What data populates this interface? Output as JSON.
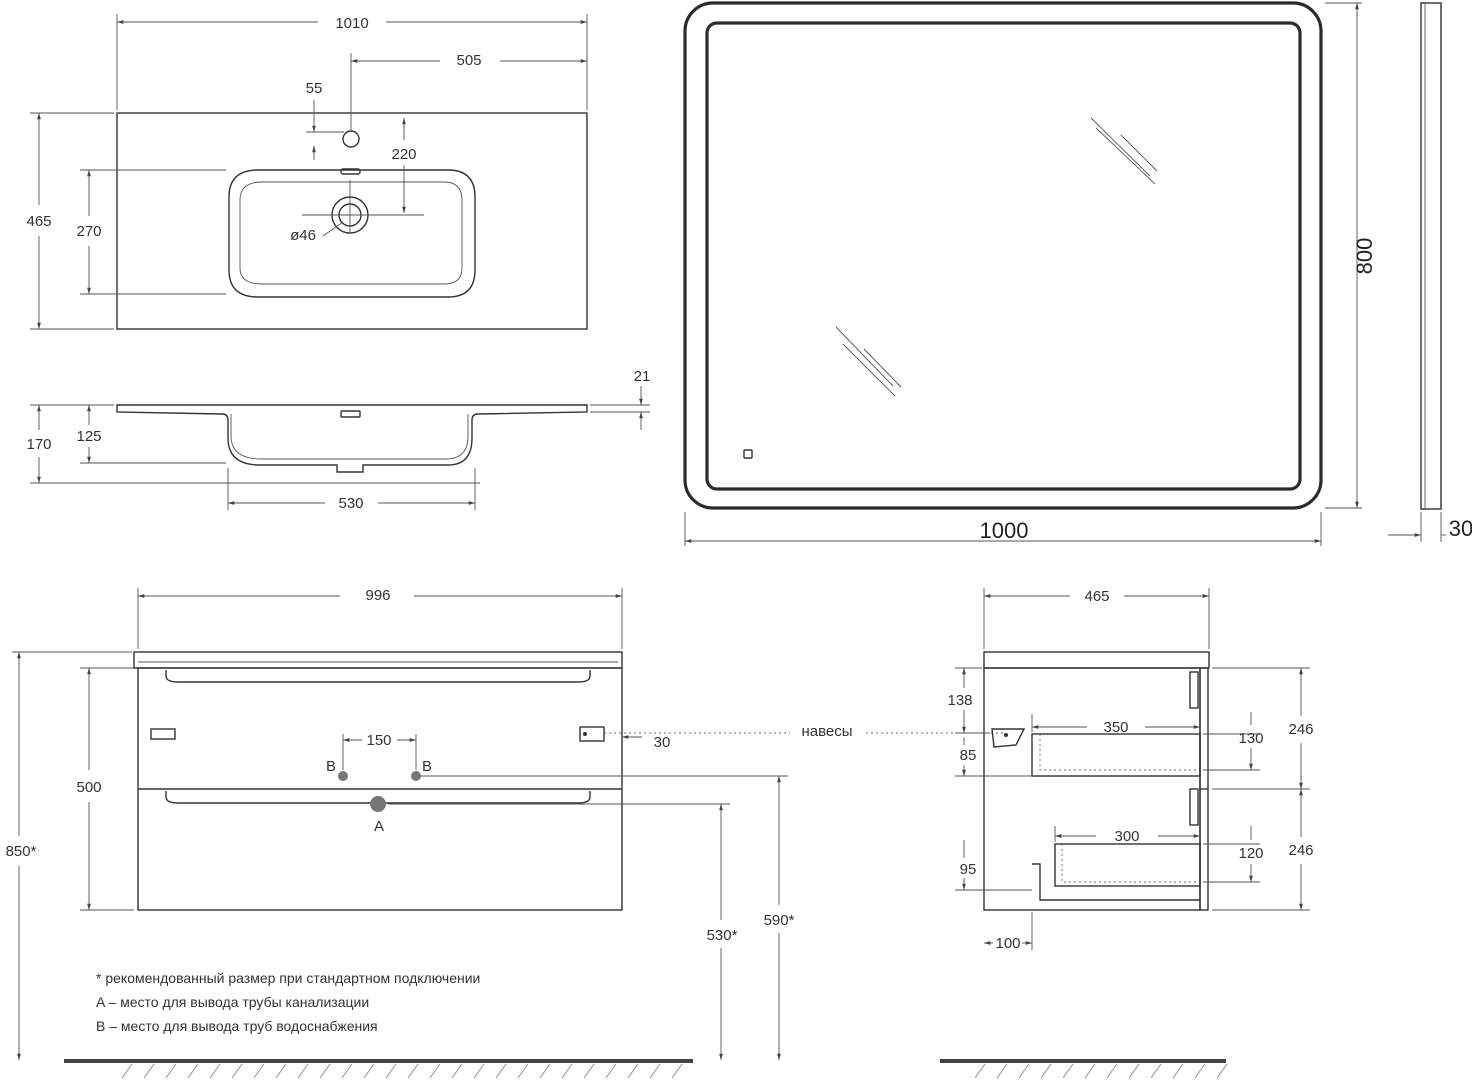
{
  "basin_top": {
    "width": "1010",
    "half_width": "505",
    "tap_offset": "55",
    "depth": "465",
    "bowl_depth": "270",
    "drain_offset": "220",
    "drain_diameter": "ø46"
  },
  "basin_section": {
    "slab_thickness": "21",
    "total_height": "170",
    "bowl_height": "125",
    "bowl_width": "530"
  },
  "mirror": {
    "width": "1000",
    "height": "800",
    "depth": "30"
  },
  "cabinet_front": {
    "width": "996",
    "body_height": "500",
    "total_height": "850*",
    "water_spacing": "150",
    "hanger_offset": "30",
    "water_label": "B",
    "drain_label": "A",
    "drain_height": "530*",
    "water_height": "590*"
  },
  "cabinet_side": {
    "depth": "465",
    "top_gap": "138",
    "hanger_gap": "85",
    "upper_drawer_depth": "350",
    "upper_drawer_height": "130",
    "upper_front": "246",
    "lower_drawer_depth": "300",
    "lower_drawer_height": "120",
    "lower_front": "246",
    "lower_gap": "95",
    "back_offset": "100"
  },
  "hangers_label": "навесы",
  "notes": [
    "* рекомендованный размер при стандартном подключении",
    "A – место для вывода трубы канализации",
    "B – место для вывода труб водоснабжения"
  ]
}
